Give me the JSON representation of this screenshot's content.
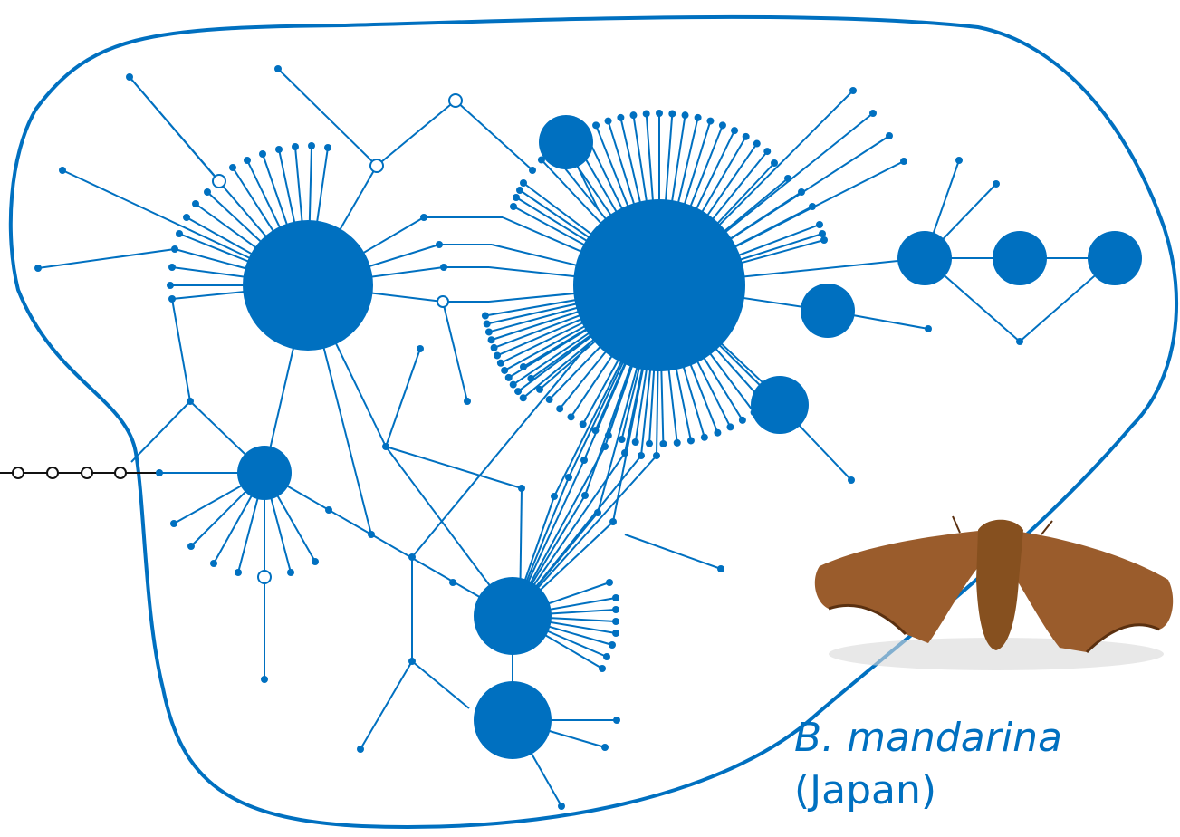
{
  "colors": {
    "network": "#0070c0",
    "outgroup": "#111111",
    "background": "#ffffff",
    "moth": "#9a5c2c"
  },
  "species": {
    "name": "B. mandarina",
    "region": "(Japan)"
  },
  "legend_image": {
    "icon": "moth-photo"
  }
}
